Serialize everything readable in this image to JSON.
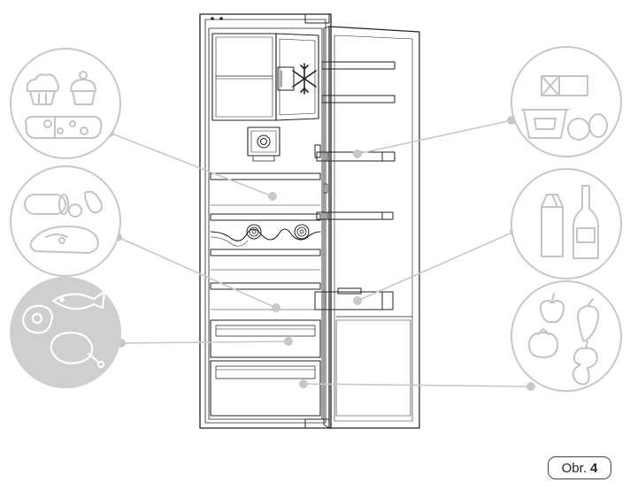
{
  "figure_label": {
    "prefix": "Obr.",
    "number": "4"
  },
  "zones": [
    {
      "name": "baked-goods-cheese",
      "side": "left"
    },
    {
      "name": "sausages-ham",
      "side": "left"
    },
    {
      "name": "meat-fish-poultry",
      "side": "left",
      "highlighted": true
    },
    {
      "name": "butter-yogurt-eggs",
      "side": "right"
    },
    {
      "name": "milk-juice-bottles",
      "side": "right"
    },
    {
      "name": "fruit-vegetables",
      "side": "right"
    }
  ],
  "colors": {
    "line_gray": "#c8c8c8",
    "highlight_fill": "#cfcfcf",
    "fridge_stroke": "#222222"
  }
}
